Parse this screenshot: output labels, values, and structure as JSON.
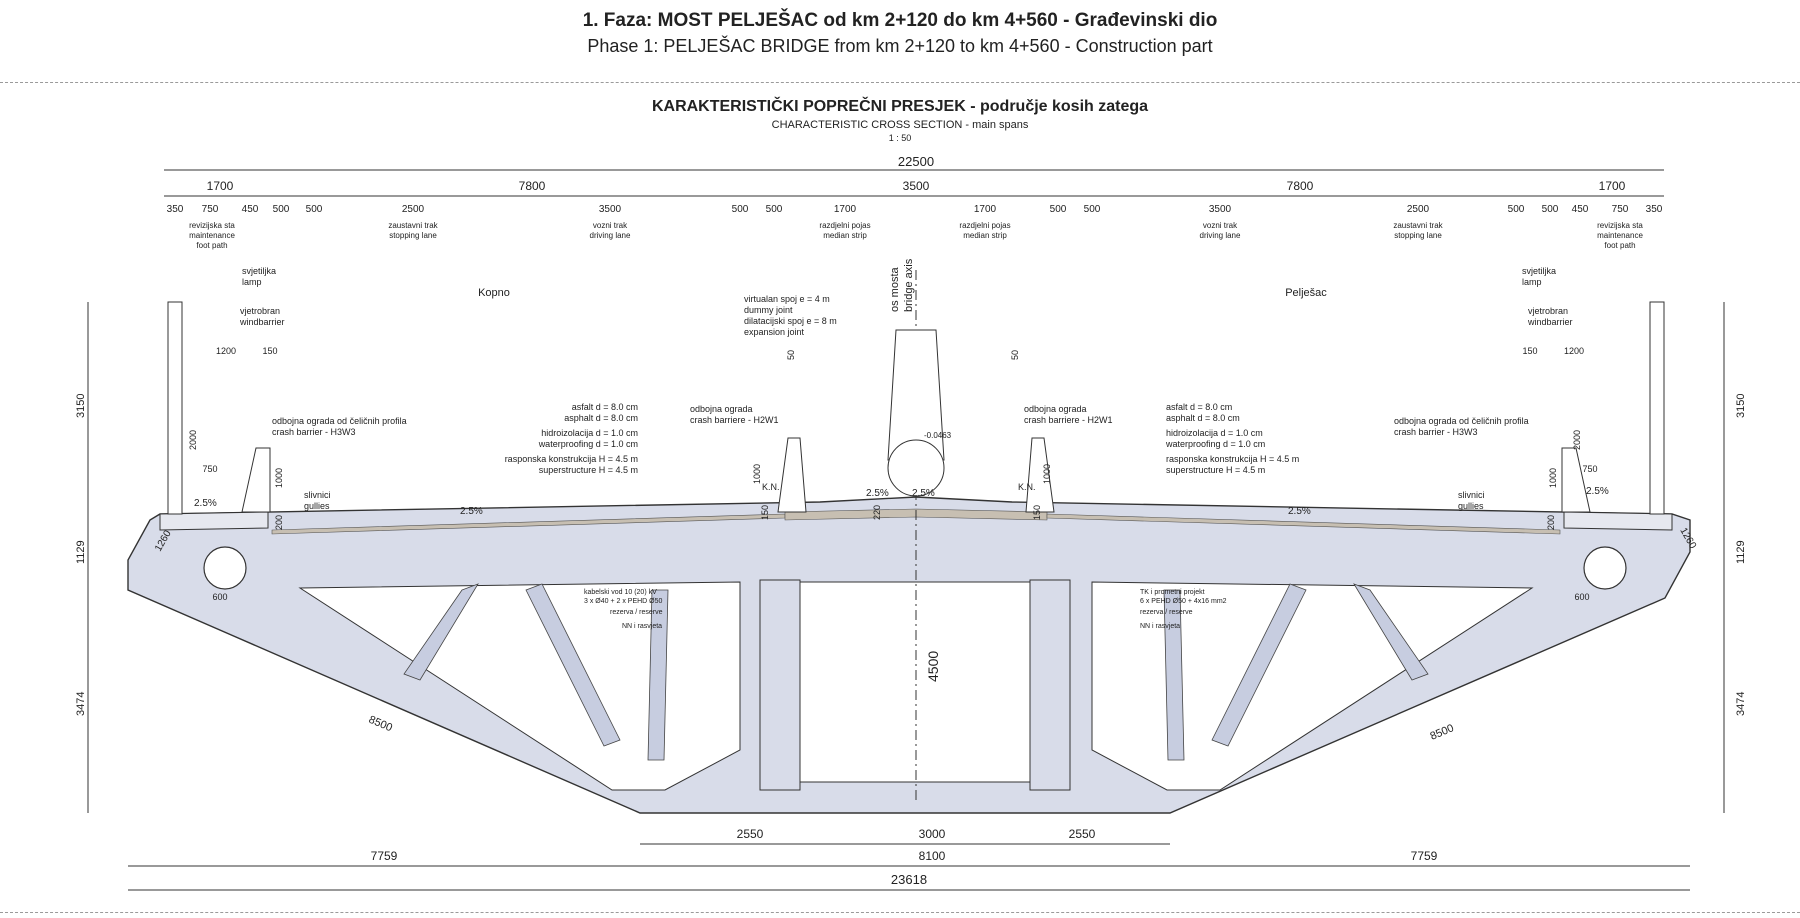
{
  "header": {
    "title": "1. Faza: MOST PELJEŠAC od km 2+120 do km 4+560 - Građevinski dio",
    "subtitle": "Phase 1: PELJEŠAC BRIDGE from km 2+120 to km 4+560 - Construction part"
  },
  "section": {
    "title": "KARAKTERISTIČKI POPREČNI PRESJEK - područje kosih zatega",
    "subtitle": "CHARACTERISTIC CROSS SECTION - main spans",
    "scale": "1 : 50"
  },
  "dims": {
    "total_top": "22500",
    "top_level1": [
      "1700",
      "7800",
      "3500",
      "7800",
      "1700"
    ],
    "top_level2": [
      "350",
      "750",
      "450",
      "500",
      "500",
      "2500",
      "3500",
      "500",
      "500",
      "1700",
      "1700",
      "500",
      "500",
      "3500",
      "2500",
      "500",
      "500",
      "450",
      "750",
      "350"
    ],
    "bottom_level1": [
      "2550",
      "3000",
      "2550"
    ],
    "bottom_level2": [
      "7759",
      "8100",
      "7759"
    ],
    "bottom_total": "23618",
    "left_vertical": [
      "3150",
      "1129",
      "3474"
    ],
    "right_vertical": [
      "3150",
      "1129",
      "3474"
    ],
    "height_center": "4500",
    "slope_left_length": "8500",
    "slope_right_length": "8500",
    "corner_left": "1260",
    "corner_right": "1260",
    "duct_left": "600",
    "duct_right": "600",
    "barrier_w_left": "1200",
    "barrier_g_left": "150",
    "barrier_w_right": "1200",
    "barrier_g_right": "150",
    "post_h_left": "2000",
    "post_h_right": "2000",
    "post_w_left": "750",
    "post_w_right": "750",
    "barrier_h_left": "1000",
    "barrier_h_right": "1000",
    "mid_barrier_h_left": "1000",
    "mid_barrier_h_right": "1000",
    "joint_gap_left": "50",
    "joint_gap_right": "50",
    "curb_left": "200",
    "curb_right": "200",
    "small_150_left": "150",
    "small_150_right": "150",
    "center_220": "220",
    "kn_left": "K.N.",
    "kn_right": "K.N."
  },
  "lane_labels": {
    "maint_left": [
      "revizijska sta",
      "maintenance",
      "foot path"
    ],
    "stop_left": [
      "zaustavni trak",
      "stopping lane"
    ],
    "drive_left": [
      "vozni trak",
      "driving lane"
    ],
    "median_left": [
      "razdjelni pojas",
      "median strip"
    ],
    "median_right": [
      "razdjelni pojas",
      "median strip"
    ],
    "drive_right": [
      "vozni trak",
      "driving lane"
    ],
    "stop_right": [
      "zaustavni trak",
      "stopping lane"
    ],
    "maint_right": [
      "revizijska sta",
      "maintenance",
      "foot path"
    ]
  },
  "annotations": {
    "lamp_left": [
      "svjetiljka",
      "lamp"
    ],
    "lamp_right": [
      "svjetiljka",
      "lamp"
    ],
    "wind_left": [
      "vjetrobran",
      "windbarrier"
    ],
    "wind_right": [
      "vjetrobran",
      "windbarrier"
    ],
    "barrier_left": [
      "odbojna ograda od čeličnih profila",
      "crash barrier - H3W3"
    ],
    "barrier_right": [
      "odbojna ograda od čeličnih profila",
      "crash barrier - H3W3"
    ],
    "gullies_left": [
      "slivnici",
      "gullies"
    ],
    "gullies_right": [
      "slivnici",
      "gullies"
    ],
    "kopno": "Kopno",
    "peljesac": "Pelješac",
    "bridge_axis": [
      "os mosta",
      "bridge axis"
    ],
    "joints": [
      "virtualan spoj e = 4 m",
      "dummy joint",
      "dilatacijski spoj e = 8 m",
      "expansion joint"
    ],
    "mid_barrier_left": [
      "odbojna ograda",
      "crash barriere - H2W1"
    ],
    "mid_barrier_right": [
      "odbojna ograda",
      "crash barriere - H2W1"
    ],
    "layers_left": [
      "asfalt d = 8.0 cm",
      "asphalt d = 8.0 cm",
      "hidroizolacija d = 1.0 cm",
      "waterproofing d = 1.0 cm",
      "rasponska konstrukcija H = 4.5 m",
      "superstructure H = 4.5 m"
    ],
    "layers_right": [
      "asfalt d = 8.0 cm",
      "asphalt d = 8.0 cm",
      "hidroizolacija d = 1.0 cm",
      "waterproofing d = 1.0 cm",
      "rasponska konstrukcija H = 4.5 m",
      "superstructure H = 4.5 m"
    ],
    "slope_maint_left": "2.5%",
    "slope_deck_left": "2.5%",
    "slope_mid_left": "2.5%",
    "slope_mid_right": "2.5%",
    "slope_deck_right": "2.5%",
    "slope_maint_right": "2.5%",
    "level_center": "-0.0463",
    "cables_left": [
      "kabelski vod 10 (20) kV",
      "3 x Ø40 + 2 x PEHD Ø50",
      "rezerva / reserve",
      "NN i rasvjeta"
    ],
    "cables_right": [
      "TK i prometni projekt",
      "6 x PEHD Ø50 + 4x16 mm2",
      "rezerva / reserve",
      "NN i rasvjeta"
    ]
  },
  "colors": {
    "steel_fill": "#d8dce9",
    "line": "#333333",
    "road": "#c7bfb2"
  }
}
